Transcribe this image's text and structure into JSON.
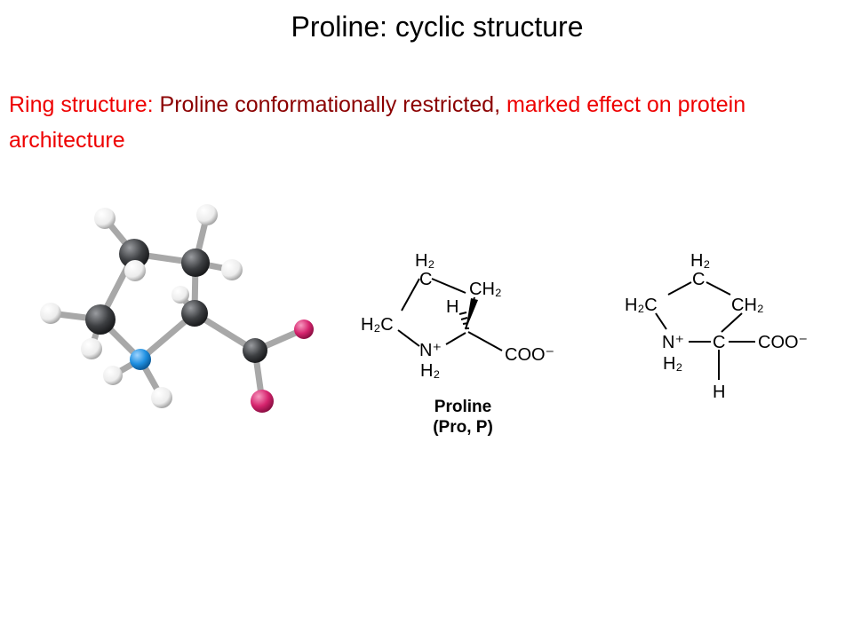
{
  "slide": {
    "title": "Proline: cyclic structure",
    "intro": {
      "part1": "Ring structure: ",
      "part2": "Proline conformationally restricted,",
      "part3": " marked effect on protein architecture"
    }
  },
  "structure1": {
    "ch2_top": "H₂C",
    "h2_top": "H₂",
    "c_top": "C",
    "ch2_right": "CH₂",
    "h2c_left": "H₂C",
    "h_alpha": "H",
    "n_plus": "N⁺",
    "h2_n": "H₂",
    "coo": "COO⁻",
    "caption_name": "Proline",
    "caption_abbr": "(Pro, P)"
  },
  "structure2": {
    "h2_top": "H₂",
    "c_top": "C",
    "h2c_left": "H₂C",
    "ch2_right": "CH₂",
    "n_plus": "N⁺",
    "h2_n": "H₂",
    "c_alpha": "C",
    "coo": "COO⁻",
    "h_bottom": "H"
  },
  "colors": {
    "carbon": "#3d3f42",
    "nitrogen": "#1e8fe0",
    "oxygen": "#d6246e",
    "hydrogen": "#f2f2f2",
    "bond": "#a8a8a8"
  }
}
